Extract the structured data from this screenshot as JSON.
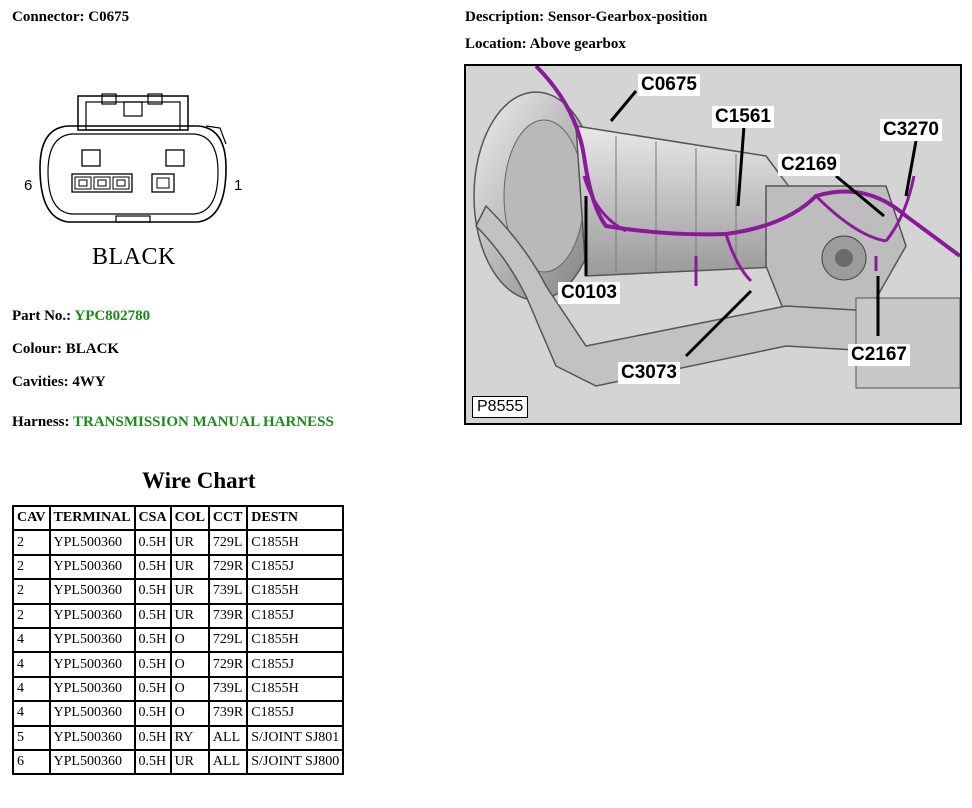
{
  "header": {
    "connector_label": "Connector: C0675",
    "description_label": "Description: Sensor-Gearbox-position",
    "location_label": "Location: Above gearbox"
  },
  "connector": {
    "pin_left": "6",
    "pin_right": "1",
    "color_caption": "BLACK"
  },
  "details": {
    "part_no_label": "Part No.:",
    "part_no_value": "YPC802780",
    "colour_label": "Colour: BLACK",
    "cavities_label": "Cavities: 4WY",
    "harness_label": "Harness:",
    "harness_value": "TRANSMISSION MANUAL HARNESS"
  },
  "photo": {
    "figure_id": "P8555",
    "callouts": [
      "C0675",
      "C1561",
      "C3270",
      "C2169",
      "C0103",
      "C3073",
      "C2167"
    ]
  },
  "wire_chart": {
    "title": "Wire Chart",
    "columns": [
      "CAV",
      "TERMINAL",
      "CSA",
      "COL",
      "CCT",
      "DESTN"
    ],
    "rows": [
      [
        "2",
        "YPL500360",
        "0.5H",
        "UR",
        "729L",
        "C1855H"
      ],
      [
        "2",
        "YPL500360",
        "0.5H",
        "UR",
        "729R",
        "C1855J"
      ],
      [
        "2",
        "YPL500360",
        "0.5H",
        "UR",
        "739L",
        "C1855H"
      ],
      [
        "2",
        "YPL500360",
        "0.5H",
        "UR",
        "739R",
        "C1855J"
      ],
      [
        "4",
        "YPL500360",
        "0.5H",
        "O",
        "729L",
        "C1855H"
      ],
      [
        "4",
        "YPL500360",
        "0.5H",
        "O",
        "729R",
        "C1855J"
      ],
      [
        "4",
        "YPL500360",
        "0.5H",
        "O",
        "739L",
        "C1855H"
      ],
      [
        "4",
        "YPL500360",
        "0.5H",
        "O",
        "739R",
        "C1855J"
      ],
      [
        "5",
        "YPL500360",
        "0.5H",
        "RY",
        "ALL",
        "S/JOINT SJ801"
      ],
      [
        "6",
        "YPL500360",
        "0.5H",
        "UR",
        "ALL",
        "S/JOINT SJ800"
      ]
    ]
  },
  "colors": {
    "green_text": "#1a8a1a",
    "harness_wire": "#8a1a9a"
  }
}
